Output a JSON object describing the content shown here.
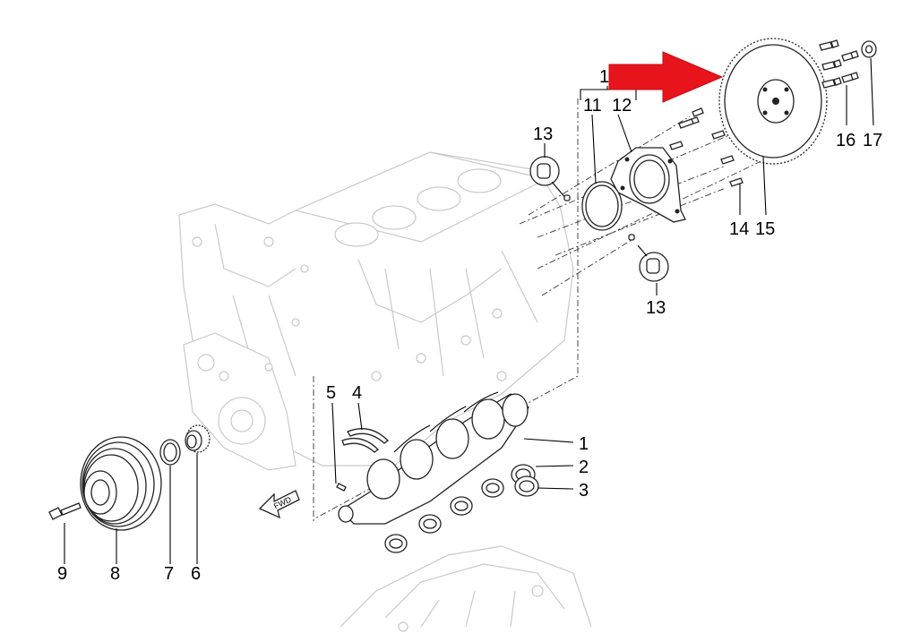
{
  "callouts": {
    "c1_top": "1",
    "c11": "11",
    "c12": "12",
    "c13_top": "13",
    "c13_bottom": "13",
    "c14": "14",
    "c15": "15",
    "c16": "16",
    "c17": "17",
    "c5": "5",
    "c4": "4",
    "c1": "1",
    "c2": "2",
    "c3": "3",
    "c9": "9",
    "c8": "8",
    "c7": "7",
    "c6": "6"
  },
  "fwd_label": "FWD",
  "colors": {
    "arrow": "#e8141c",
    "ghost": "#c9c9c9",
    "ink": "#000000"
  },
  "icons": [
    "highlight-arrow-icon",
    "fwd-direction-icon"
  ]
}
